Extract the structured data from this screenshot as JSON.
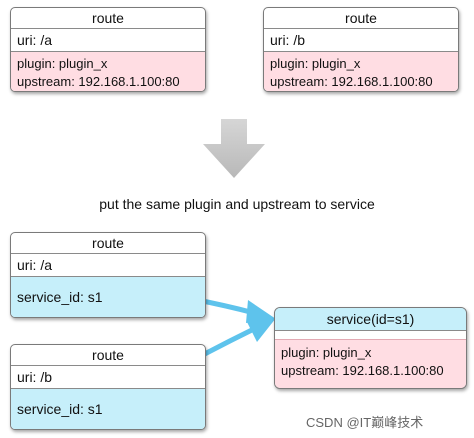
{
  "top": {
    "left_route": {
      "title": "route",
      "uri": "uri: /a",
      "plugin": "plugin: plugin_x",
      "upstream": "upstream: 192.168.1.100:80"
    },
    "right_route": {
      "title": "route",
      "uri": "uri: /b",
      "plugin": "plugin: plugin_x",
      "upstream": "upstream: 192.168.1.100:80"
    }
  },
  "caption": "put the same plugin and upstream to service",
  "bottom": {
    "route_a": {
      "title": "route",
      "uri": "uri: /a",
      "service_id": "service_id: s1"
    },
    "route_b": {
      "title": "route",
      "uri": "uri: /b",
      "service_id": "service_id: s1"
    },
    "service": {
      "title": "service(id=s1)",
      "plugin": "plugin: plugin_x",
      "upstream": "upstream: 192.168.1.100:80"
    }
  },
  "watermark": "CSDN @IT巅峰技术",
  "colors": {
    "config_fill": "#ffdde3",
    "service_fill": "#c6effa",
    "arrow": "#5ec3ec",
    "down_arrow": "#c8c8c8"
  }
}
